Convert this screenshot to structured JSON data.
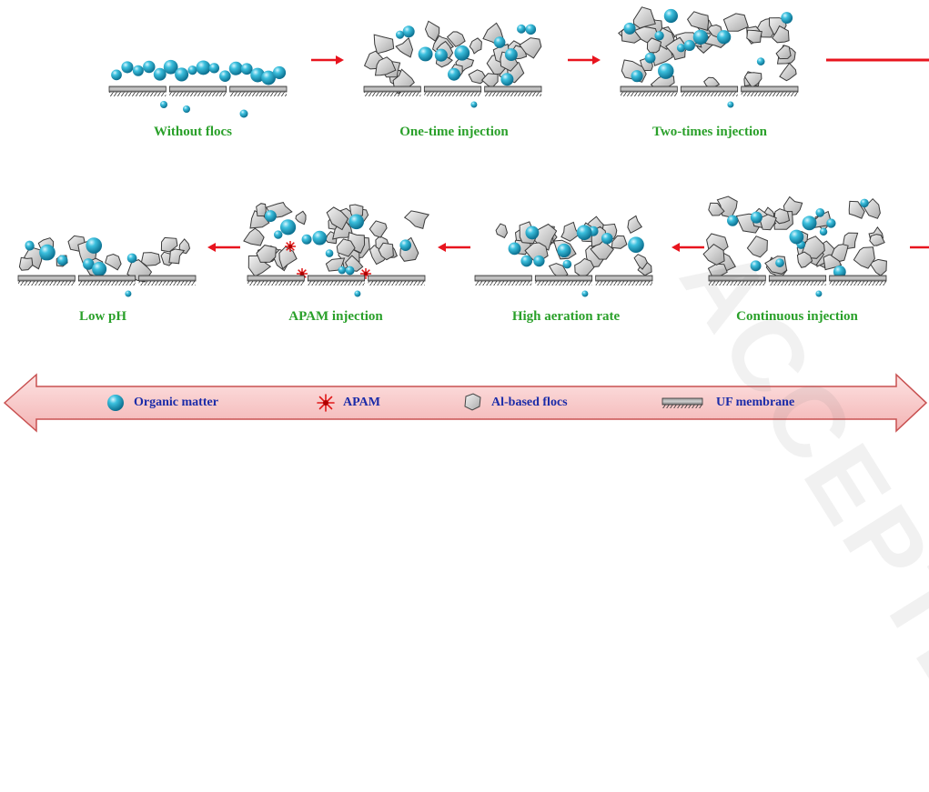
{
  "stages": [
    {
      "label": "Without flocs"
    },
    {
      "label": "One-time injection"
    },
    {
      "label": "Two-times injection"
    },
    {
      "label": "Continuous injection"
    },
    {
      "label": "High aeration rate"
    },
    {
      "label": "APAM injection"
    },
    {
      "label": "Low pH"
    }
  ],
  "legend": {
    "organic_matter": "Organic matter",
    "apam": "APAM",
    "al_flocs": "Al-based flocs",
    "uf_membrane": "UF membrane"
  },
  "colors": {
    "label_green": "#2aa02a",
    "legend_blue": "#1a2ba8",
    "arrow_red": "#e8141e",
    "legend_bar_fill": "#f7c8c8",
    "legend_bar_stroke": "#c85050",
    "organic_sphere": "#1fa7c7",
    "apam_star": "#e01818"
  },
  "icons": {
    "organic_matter": "blue-sphere-icon",
    "apam": "red-star-icon",
    "al_flocs": "grey-floc-icon",
    "uf_membrane": "hatched-membrane-icon"
  },
  "watermark": "ACCEPTED"
}
